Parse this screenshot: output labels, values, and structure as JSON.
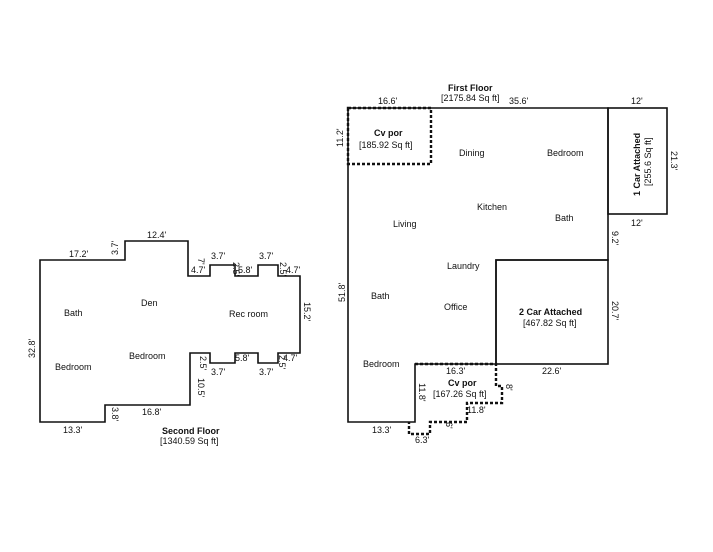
{
  "first_floor": {
    "title": "First Floor",
    "area": "[2175.84 Sq ft]",
    "rooms": {
      "dining": "Dining",
      "bedroom_top": "Bedroom",
      "kitchen": "Kitchen",
      "bath_right": "Bath",
      "living": "Living",
      "laundry": "Laundry",
      "bath_left": "Bath",
      "office": "Office",
      "bedroom_bottom": "Bedroom"
    },
    "cv_por_top": {
      "label": "Cv por",
      "area": "[185.92 Sq ft]"
    },
    "cv_por_bottom": {
      "label": "Cv por",
      "area": "[167.26 Sq ft]"
    },
    "garage_1": {
      "label": "1 Car Attached",
      "area": "[255.6 Sq ft]"
    },
    "garage_2": {
      "label": "2 Car Attached",
      "area": "[467.82 Sq ft]"
    },
    "dims": {
      "top_left": "16.6'",
      "top_mid": "35.6'",
      "top_right": "12'",
      "cv_side": "11.2'",
      "garage1_side": "21.3'",
      "garage1_bottom": "12'",
      "right_92": "9.2'",
      "garage2_side": "20.7'",
      "garage2_bottom": "22.6'",
      "left_side": "51.8'",
      "cv2_top": "16.3'",
      "cv2_side": "11.8'",
      "cv2_right": "8'",
      "cv2_bottom": "11.8'",
      "bottom_left": "13.3'",
      "bottom_step": "6.3'",
      "step_small": "6'"
    }
  },
  "second_floor": {
    "title": "Second Floor",
    "area": "[1340.59 Sq ft]",
    "rooms": {
      "bath": "Bath",
      "den": "Den",
      "rec_room": "Rec room",
      "bedroom_left": "Bedroom",
      "bedroom_mid": "Bedroom"
    },
    "dims": {
      "top_left": "17.2'",
      "step_37_left": "3.7'",
      "top_mid": "12.4'",
      "v_7": "7'",
      "h_47_left": "4.7'",
      "h_37_top1": "3.7'",
      "v_25_a": "2.5'",
      "h_58_top": "5.8'",
      "h_37_top2": "3.7'",
      "v_25_b": "2.5'",
      "h_47_right": "4.7'",
      "right_side": "15.2'",
      "left_side": "32.8'",
      "v_25_c": "2.5'",
      "h_58_bot": "5.8'",
      "v_25_d": "2.5'",
      "h_47_bot": "4.7'",
      "v_105": "10.5'",
      "h_37_bot1": "3.7'",
      "h_37_bot2": "3.7'",
      "v_38": "3.8'",
      "bottom_mid": "16.8'",
      "bottom_left": "13.3'"
    }
  }
}
